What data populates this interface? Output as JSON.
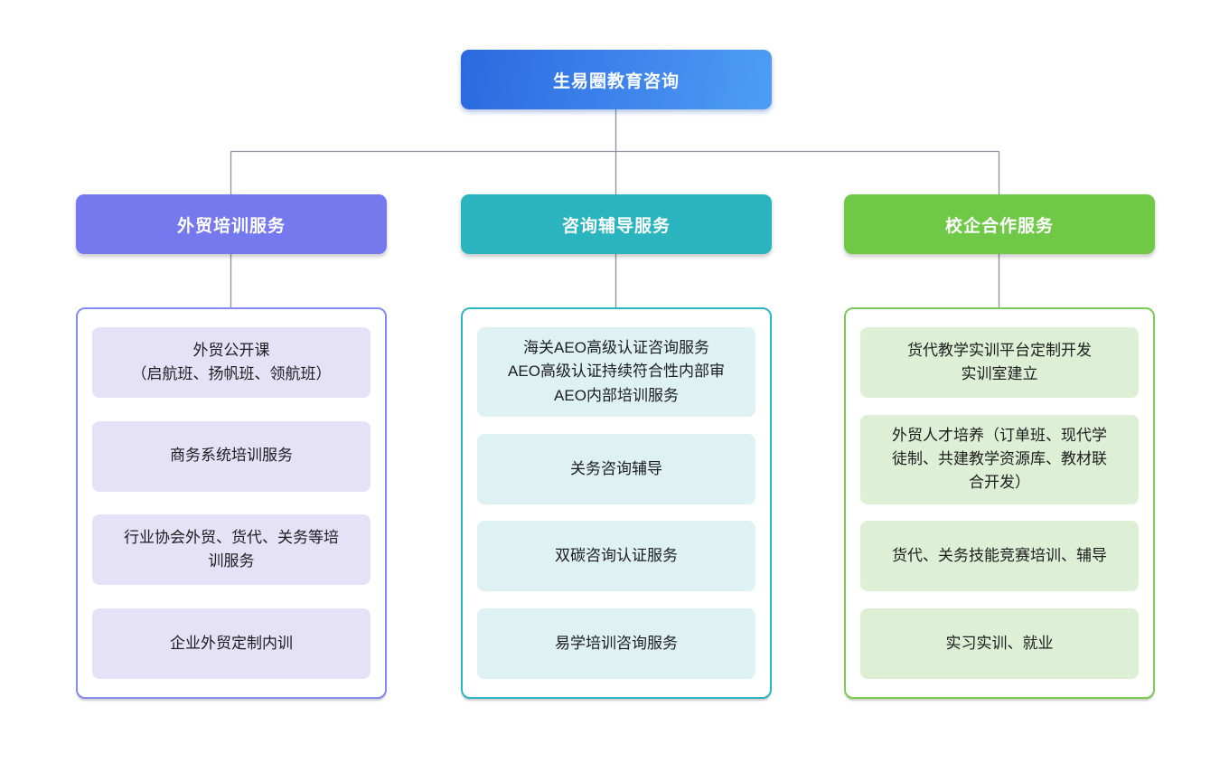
{
  "colors": {
    "background": "#ffffff",
    "connector": "#8b919b"
  },
  "root": {
    "label": "生易圈教育咨询",
    "gradient_start": "#2a69e0",
    "gradient_end": "#4f9df5"
  },
  "branches": [
    {
      "label": "外贸培训服务",
      "colors": {
        "accent": "#7678ee",
        "border": "#8789f3",
        "tint": "#e5e2f8"
      },
      "items": [
        "外贸公开课\n（启航班、扬帆班、领航班）",
        "商务系统培训服务",
        "行业协会外贸、货代、关务等培\n训服务",
        "企业外贸定制内训"
      ]
    },
    {
      "label": "咨询辅导服务",
      "colors": {
        "accent": "#29b4be",
        "border": "#2eb6c0",
        "tint": "#def1f3"
      },
      "items": [
        "海关AEO高级认证咨询服务\nAEO高级认证持续符合性内部审\nAEO内部培训服务",
        "关务咨询辅导",
        "双碳咨询认证服务",
        "易学培训咨询服务"
      ]
    },
    {
      "label": "校企合作服务",
      "colors": {
        "accent": "#6fc846",
        "border": "#7dca54",
        "tint": "#ddefd5"
      },
      "items": [
        "货代教学实训平台定制开发\n实训室建立",
        "外贸人才培养（订单班、现代学\n徒制、共建教学资源库、教材联\n合开发）",
        "货代、关务技能竞赛培训、辅导",
        "实习实训、就业"
      ]
    }
  ]
}
